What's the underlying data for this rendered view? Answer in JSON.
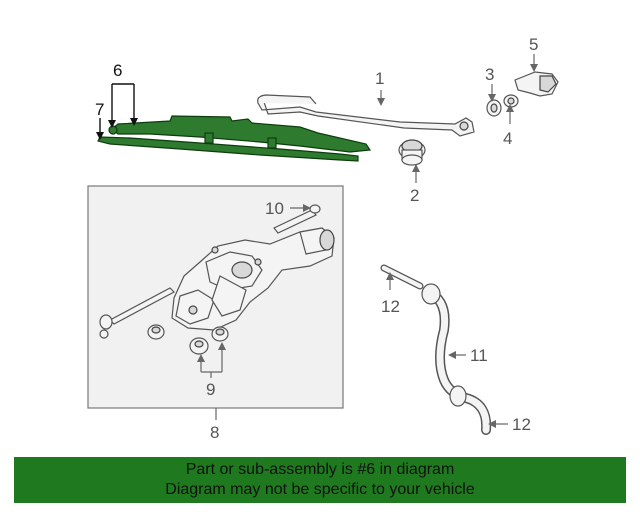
{
  "callouts": {
    "c1": "1",
    "c2": "2",
    "c3": "3",
    "c4": "4",
    "c5": "5",
    "c6": "6",
    "c7": "7",
    "c8": "8",
    "c9": "9",
    "c10": "10",
    "c11": "11",
    "c12a": "12",
    "c12b": "12"
  },
  "banner": {
    "line1": "Part or sub-assembly is #6 in diagram",
    "line2": "Diagram may not be specific to your vehicle"
  },
  "colors": {
    "highlight": "#2e7a2e",
    "banner_bg": "#1f7a1f"
  }
}
